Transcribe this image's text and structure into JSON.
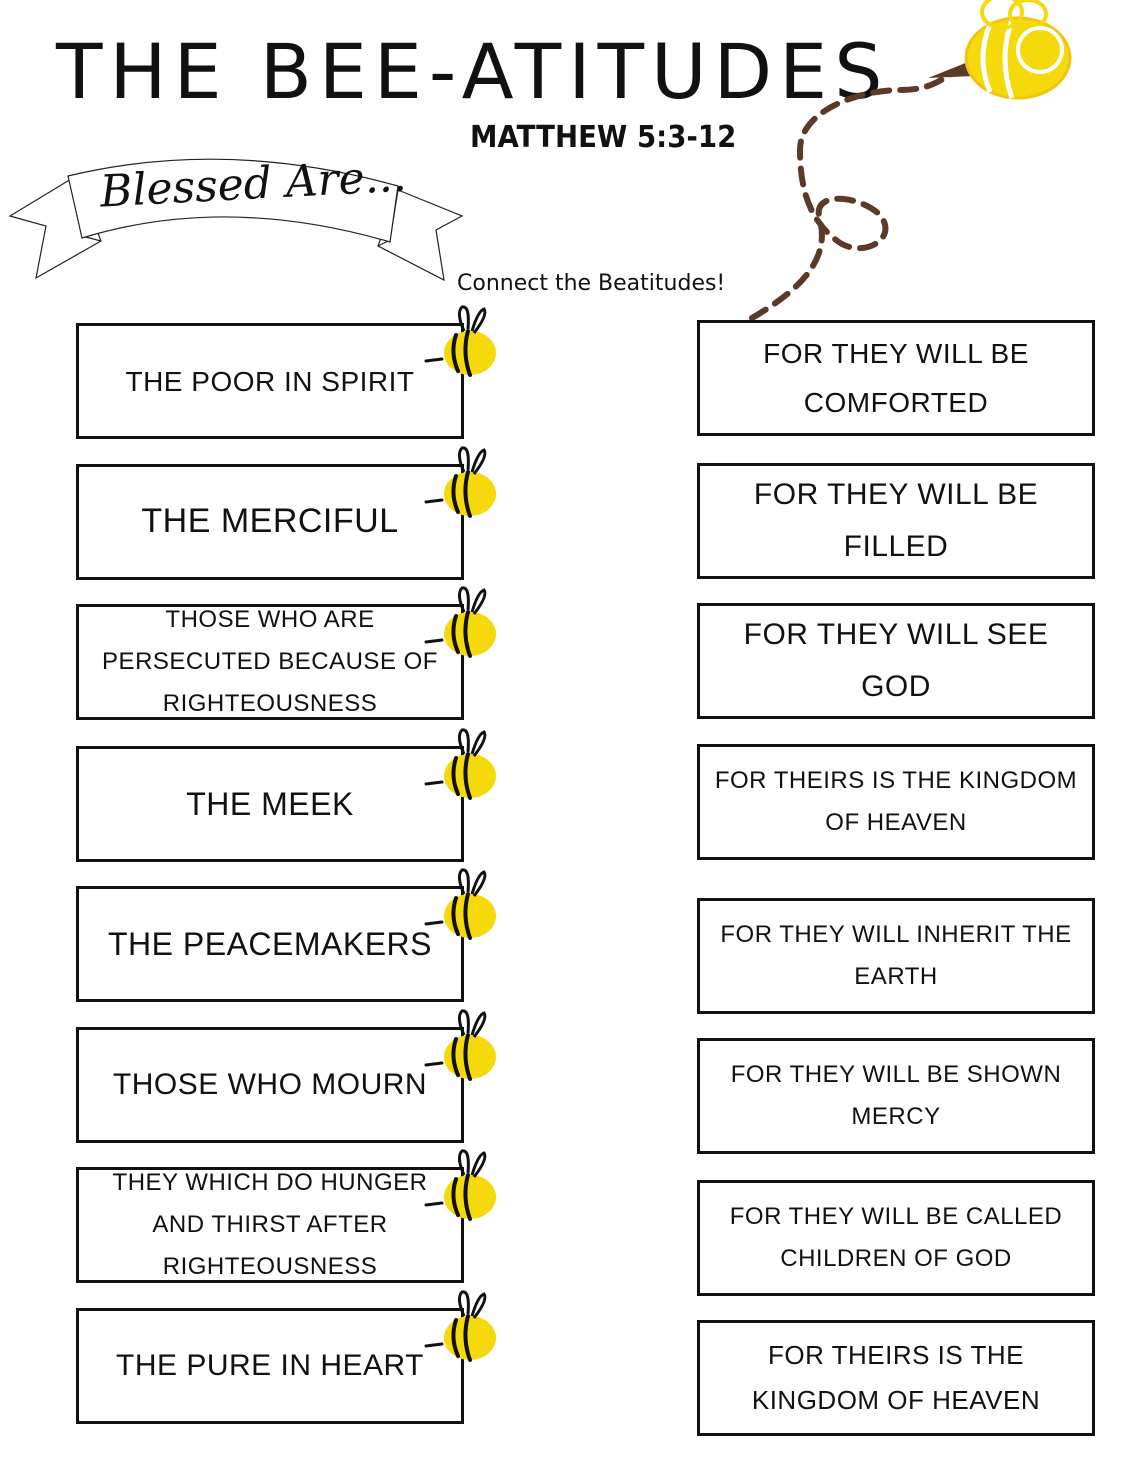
{
  "header": {
    "title": "THE BEE-ATITUDES",
    "reference": "MATTHEW 5:3-12",
    "banner_text": "Blessed Are...",
    "instruction": "Connect the Beatitudes!"
  },
  "colors": {
    "ink": "#111111",
    "bee_yellow": "#F5D90A",
    "trail_brown": "#5B3A29"
  },
  "left_items": [
    {
      "text": "THE POOR IN SPIRIT"
    },
    {
      "text": "THE MERCIFUL"
    },
    {
      "text": "THOSE WHO ARE PERSECUTED BECAUSE OF RIGHTEOUSNESS"
    },
    {
      "text": "THE MEEK"
    },
    {
      "text": "THE PEACEMAKERS"
    },
    {
      "text": "THOSE WHO MOURN"
    },
    {
      "text": "THEY WHICH DO HUNGER AND THIRST AFTER RIGHTEOUSNESS"
    },
    {
      "text": "THE PURE IN HEART"
    }
  ],
  "right_items": [
    {
      "text": "FOR THEY WILL BE COMFORTED"
    },
    {
      "text": "FOR THEY WILL BE FILLED"
    },
    {
      "text": "FOR THEY WILL SEE GOD"
    },
    {
      "text": "FOR THEIRS IS THE KINGDOM OF HEAVEN"
    },
    {
      "text": "FOR THEY WILL INHERIT THE EARTH"
    },
    {
      "text": "FOR THEY WILL BE SHOWN MERCY"
    },
    {
      "text": "FOR THEY WILL BE CALLED CHILDREN OF GOD"
    },
    {
      "text": "FOR THEIRS IS THE KINGDOM OF HEAVEN"
    }
  ],
  "icons": {
    "bee": "bee-icon",
    "trail": "dashed-flight-trail"
  }
}
